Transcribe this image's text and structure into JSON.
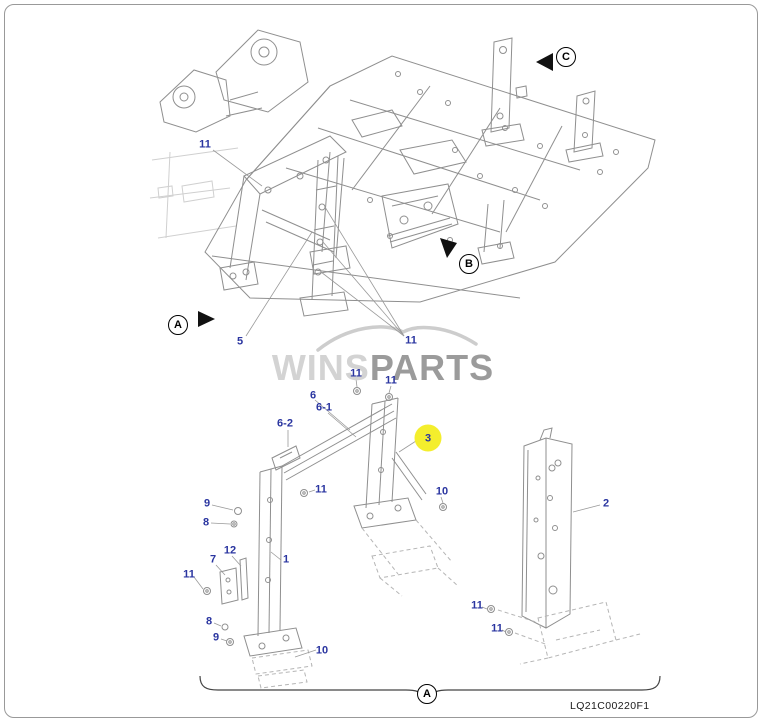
{
  "page": {
    "drawing_code": "LQ21C00220F1"
  },
  "watermark": {
    "wins": "WINS",
    "parts": "PARTS"
  },
  "markers": {
    "a_left": "A",
    "a_bottom": "A",
    "b": "B",
    "c": "C"
  },
  "highlight": {
    "label": "3"
  },
  "callouts": [
    {
      "label": "11"
    },
    {
      "label": "5"
    },
    {
      "label": "11"
    },
    {
      "label": "11"
    },
    {
      "label": "11"
    },
    {
      "label": "6"
    },
    {
      "label": "6-1"
    },
    {
      "label": "6-2"
    },
    {
      "label": "11"
    },
    {
      "label": "9"
    },
    {
      "label": "8"
    },
    {
      "label": "10"
    },
    {
      "label": "2"
    },
    {
      "label": "12"
    },
    {
      "label": "7"
    },
    {
      "label": "1"
    },
    {
      "label": "11"
    },
    {
      "label": "8"
    },
    {
      "label": "9"
    },
    {
      "label": "10"
    },
    {
      "label": "11"
    },
    {
      "label": "11"
    }
  ],
  "colors": {
    "highlight": "#f4ee2d",
    "callout": "#2a35a0",
    "line": "#8f8f8f",
    "wm-light": "#d3d3d3",
    "wm-dark": "#9b9b9b"
  }
}
